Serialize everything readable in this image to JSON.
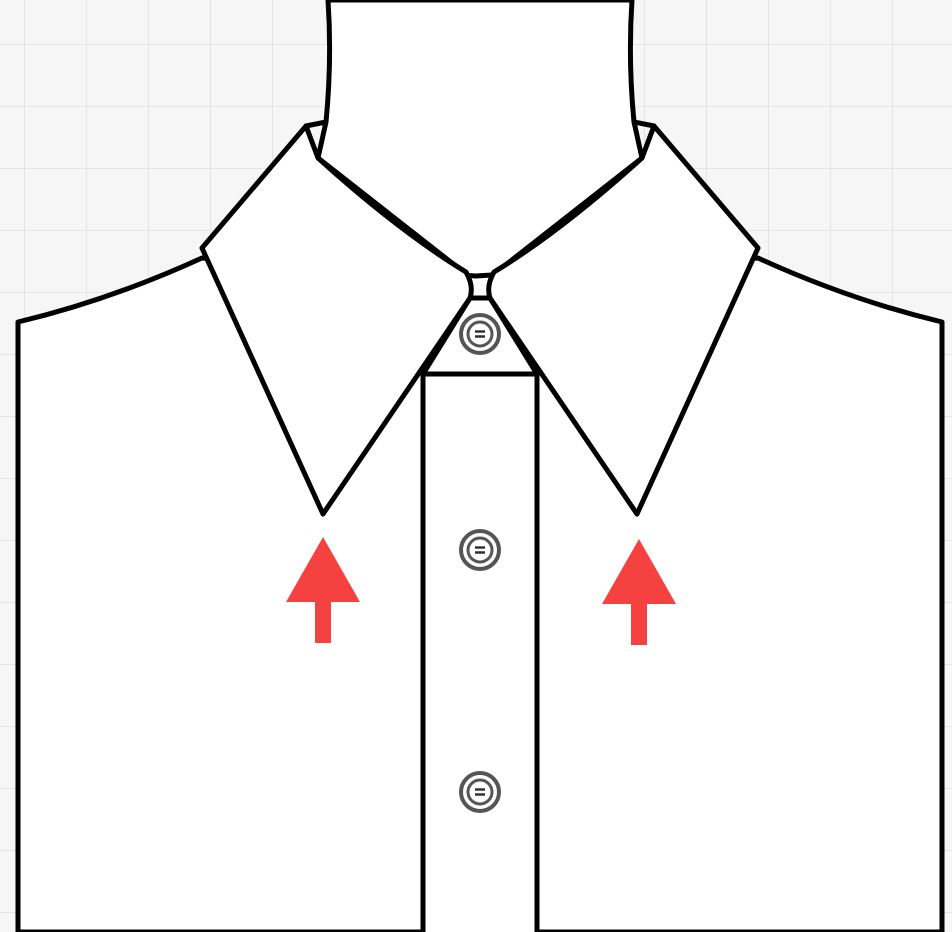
{
  "colors": {
    "background": "#f6f6f6",
    "grid": "#e4e4e4",
    "garment_fill": "#ffffff",
    "outline": "#000000",
    "arrow": "#f64141",
    "button_ring": "#555555"
  },
  "garment": {
    "type": "shirt",
    "collar": "point collar",
    "button_count": 3
  },
  "annotations": [
    {
      "shape": "arrow",
      "direction": "up",
      "target": "left-collar-point"
    },
    {
      "shape": "arrow",
      "direction": "up",
      "target": "right-collar-point"
    }
  ]
}
